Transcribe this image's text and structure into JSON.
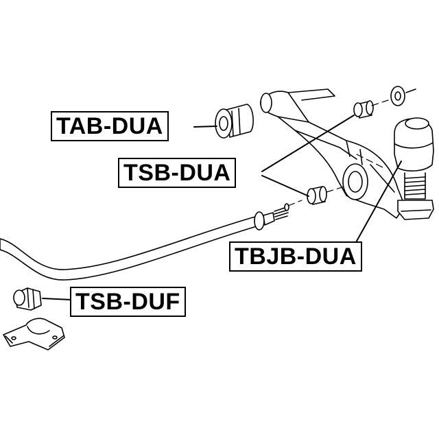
{
  "labels": {
    "tab_dua": "TAB-DUA",
    "tsb_dua": "TSB-DUA",
    "tbjb_dua": "TBJB-DUA",
    "tsb_duf": "TSB-DUF"
  },
  "colors": {
    "line": "#000000",
    "background": "#ffffff"
  }
}
